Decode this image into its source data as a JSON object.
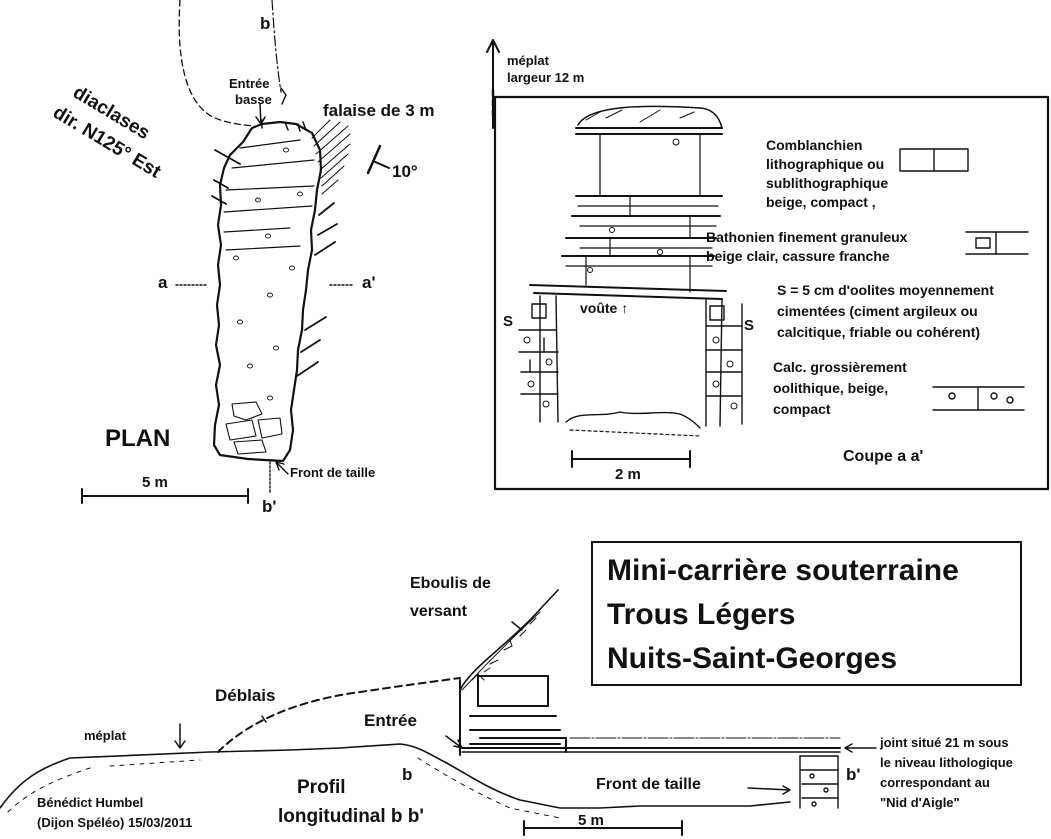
{
  "plan": {
    "marker_b_top": "b",
    "marker_b_bottom": "b'",
    "entree_basse": [
      "Entrée",
      "basse"
    ],
    "falaise": "falaise de 3 m",
    "diaclases": [
      "diaclases",
      "dir. N125° Est"
    ],
    "dip": "10°",
    "marker_a": "a",
    "marker_a_prime": "a'",
    "title": "PLAN",
    "front_de_taille": "Front de taille",
    "scale": "5 m"
  },
  "section": {
    "meplat": [
      "méplat",
      "largeur 12 m"
    ],
    "comblanchien": [
      "Comblanchien",
      "lithographique ou",
      "sublithographique",
      "beige, compact ,"
    ],
    "bathonien": [
      "Bathonien finement granuleux",
      "beige clair, cassure franche"
    ],
    "oolites": [
      "S = 5 cm d'oolites  moyennement",
      "cimentées (ciment argileux ou",
      "calcitique, friable ou cohérent)"
    ],
    "calc": [
      "Calc. grossièrement",
      "oolithique, beige,",
      "compact"
    ],
    "voute": "voûte ↑",
    "s_left": "S",
    "s_right": "S",
    "scale": "2 m",
    "title": "Coupe a a'"
  },
  "title_box": [
    "Mini-carrière souterraine",
    "Trous Légers",
    "Nuits-Saint-Georges"
  ],
  "profile": {
    "eboulis": [
      "Eboulis de",
      "versant"
    ],
    "deblais": "Déblais",
    "meplat": "méplat",
    "entree": "Entrée",
    "marker_b": "b",
    "marker_b_prime": "b'",
    "front_de_taille": "Front de taille",
    "joint": [
      "joint situé 21 m sous",
      "le niveau lithologique",
      "correspondant au",
      "\"Nid d'Aigle\""
    ],
    "title": [
      "Profil",
      "longitudinal b b'"
    ],
    "scale": "5 m"
  },
  "author": [
    "Bénédict Humbel",
    "(Dijon Spéléo)  15/03/2011"
  ]
}
